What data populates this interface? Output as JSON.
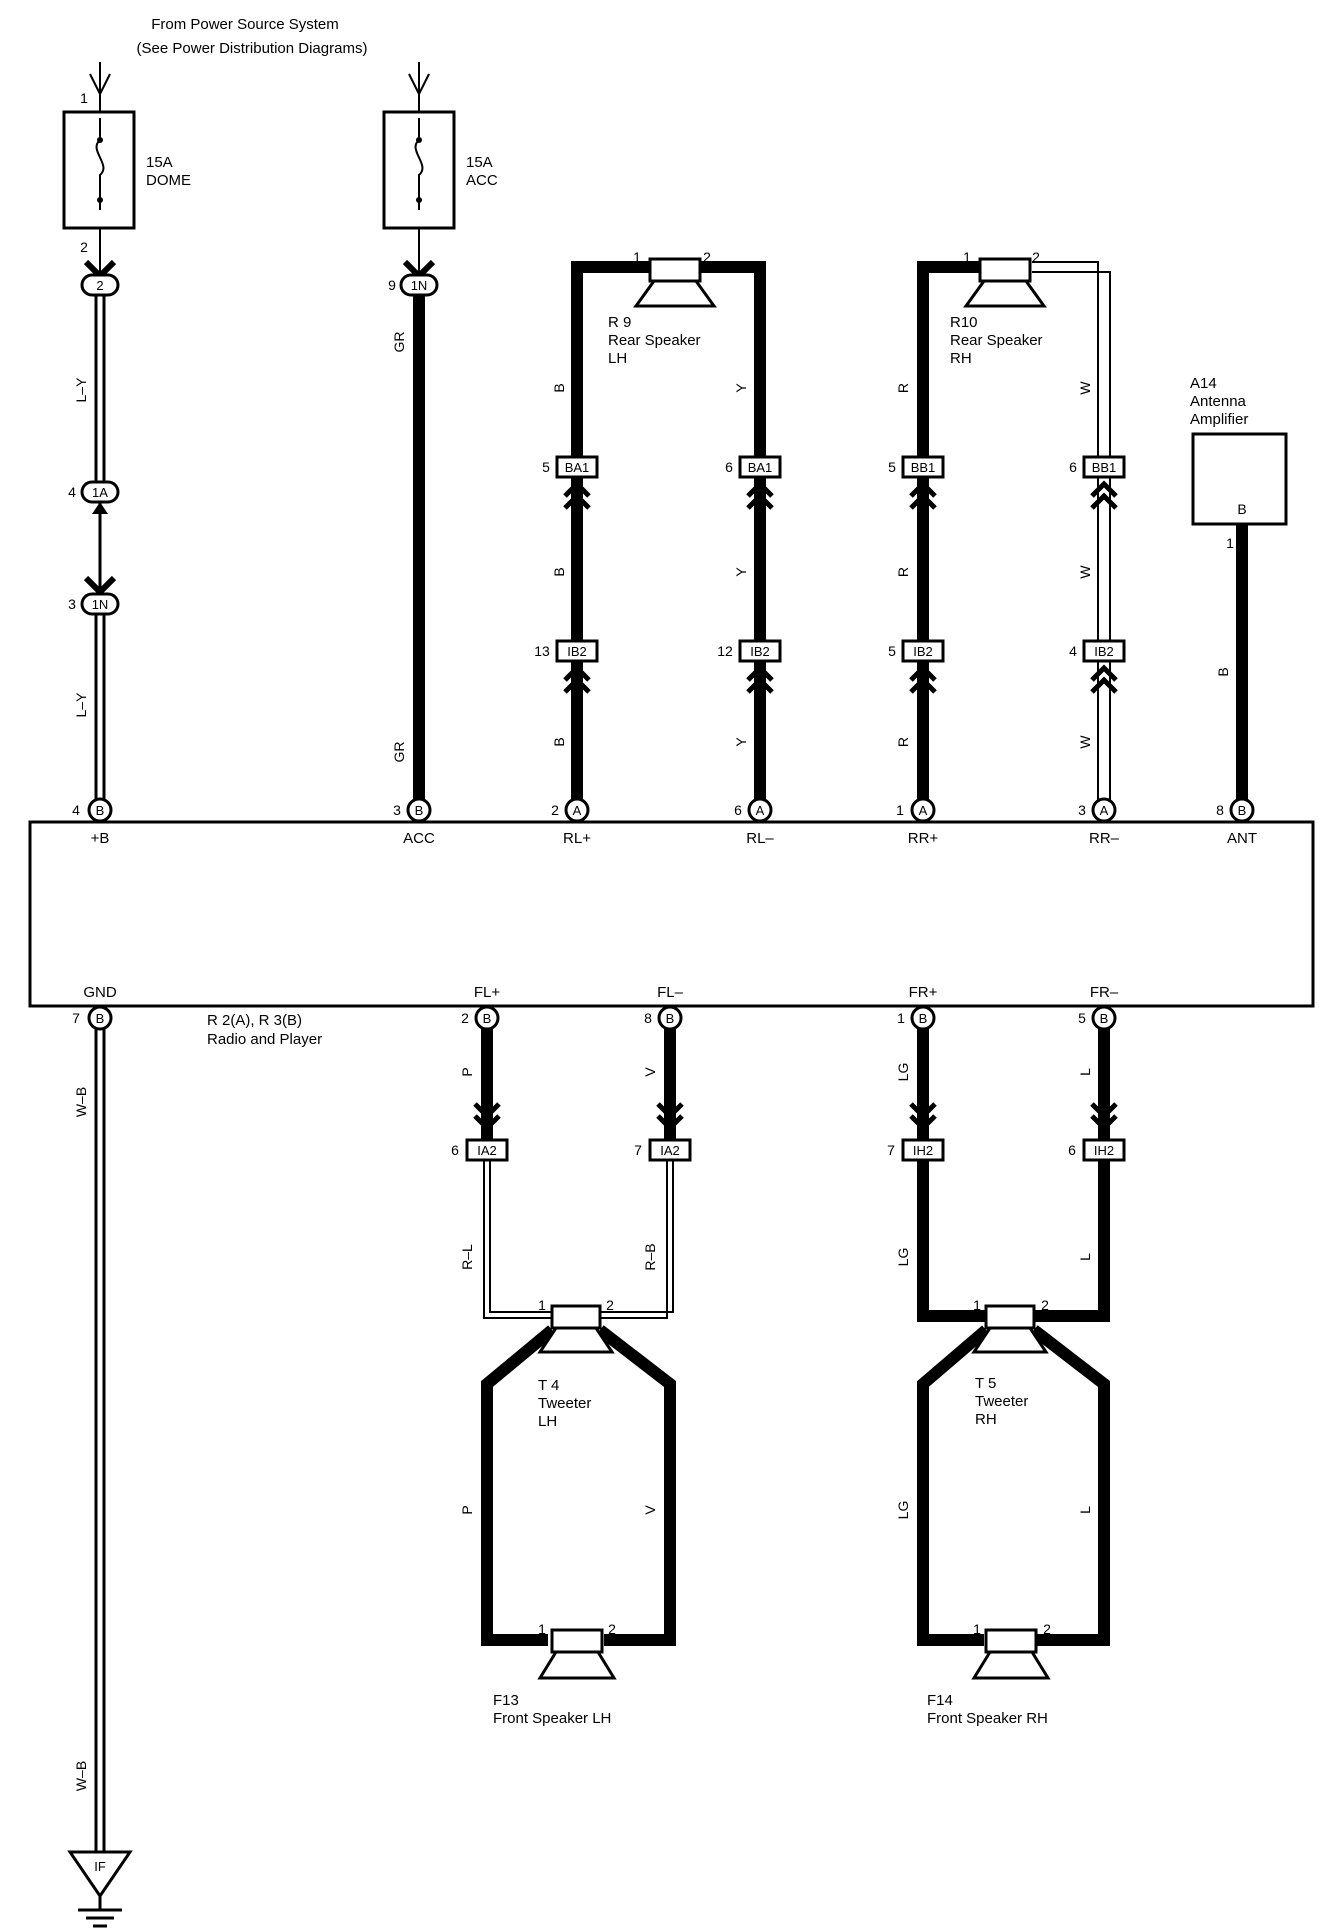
{
  "header": {
    "line1": "From Power Source System",
    "line2": "(See Power Distribution Diagrams)"
  },
  "fuses": {
    "dome": {
      "amp": "15A",
      "name": "DOME",
      "pin_in": "1",
      "pin_out": "2"
    },
    "acc": {
      "amp": "15A",
      "name": "ACC"
    }
  },
  "connectors": {
    "c2": "2",
    "c1n_top": "1N",
    "c1a": "1A",
    "c1n_mid": "1N",
    "ba1": "BA1",
    "bb1": "BB1",
    "ib2": "IB2",
    "ia2": "IA2",
    "ih2": "IH2",
    "a": "A",
    "b": "B",
    "ground": "IF"
  },
  "pins": {
    "c2_in": "9",
    "c1a": "4",
    "c1n_mid": "3",
    "ba1_l": "5",
    "ba1_r": "6",
    "bb1_l": "5",
    "bb1_r": "6",
    "ib2_rlp": "13",
    "ib2_rlm": "12",
    "ib2_rrp": "5",
    "ib2_rrm": "4",
    "top_b": "4",
    "top_acc": "3",
    "top_rlp": "2",
    "top_rlm": "6",
    "top_rrp": "1",
    "top_rrm": "3",
    "top_ant": "8",
    "bot_gnd": "7",
    "bot_flp": "2",
    "bot_flm": "8",
    "bot_frp": "1",
    "bot_frm": "5",
    "ia2_l": "6",
    "ia2_r": "7",
    "ih2_l": "7",
    "ih2_r": "6",
    "spk1": "1",
    "spk2": "2",
    "amp_pin": "1"
  },
  "wire_colors": {
    "ly": "L–Y",
    "gr": "GR",
    "b": "B",
    "y": "Y",
    "r": "R",
    "w": "W",
    "wb": "W–B",
    "p": "P",
    "v": "V",
    "lg": "LG",
    "l": "L",
    "rl": "R–L",
    "rb": "R–B"
  },
  "components": {
    "r9": {
      "id": "R 9",
      "name": "Rear Speaker",
      "side": "LH"
    },
    "r10": {
      "id": "R10",
      "name": "Rear Speaker",
      "side": "RH"
    },
    "a14": {
      "id": "A14",
      "name1": "Antenna",
      "name2": "Amplifier",
      "term": "B"
    },
    "t4": {
      "id": "T 4",
      "name": "Tweeter",
      "side": "LH"
    },
    "t5": {
      "id": "T 5",
      "name": "Tweeter",
      "side": "RH"
    },
    "f13": {
      "id": "F13",
      "name": "Front Speaker LH"
    },
    "f14": {
      "id": "F14",
      "name": "Front Speaker RH"
    },
    "radio": {
      "id": "R 2(A), R 3(B)",
      "name": "Radio and Player"
    }
  },
  "radio_terminals": {
    "top": [
      "+B",
      "ACC",
      "RL+",
      "RL–",
      "RR+",
      "RR–",
      "ANT"
    ],
    "bottom": [
      "GND",
      "FL+",
      "FL–",
      "FR+",
      "FR–"
    ]
  }
}
